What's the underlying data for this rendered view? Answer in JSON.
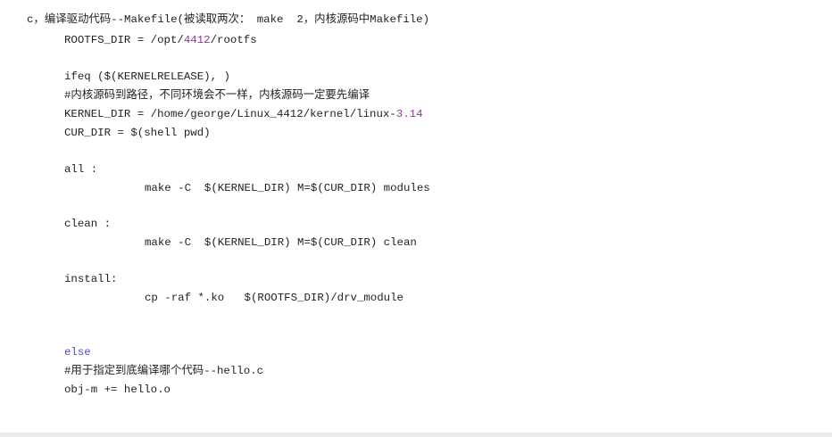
{
  "title": "c，编译驱动代码--Makefile(被读取两次： make  2，内核源码中Makefile)",
  "lines": {
    "rootfs_a": "ROOTFS_DIR = /opt/",
    "rootfs_num": "4412",
    "rootfs_b": "/rootfs",
    "ifeq": "ifeq ($(KERNELRELEASE), )",
    "comment1": "#内核源码到路径，不同环境会不一样，内核源码一定要先编译",
    "kernel_a": "KERNEL_DIR = /home/george/Linux_4412/kernel/linux-",
    "kernel_num": "3.14",
    "cur_dir": "CUR_DIR = $(shell pwd)",
    "all": "all :",
    "all_cmd": "make -C  $(KERNEL_DIR) M=$(CUR_DIR) modules",
    "clean": "clean :",
    "clean_cmd": "make -C  $(KERNEL_DIR) M=$(CUR_DIR) clean",
    "install": "install:",
    "install_cmd": "cp -raf *.ko   $(ROOTFS_DIR)/drv_module",
    "else": "else",
    "comment2": "#用于指定到底编译哪个代码--hello.c",
    "obj": "obj-m += hello.o"
  },
  "colors": {
    "number": "#8a3a9a",
    "keyword": "#4a4ad0"
  }
}
